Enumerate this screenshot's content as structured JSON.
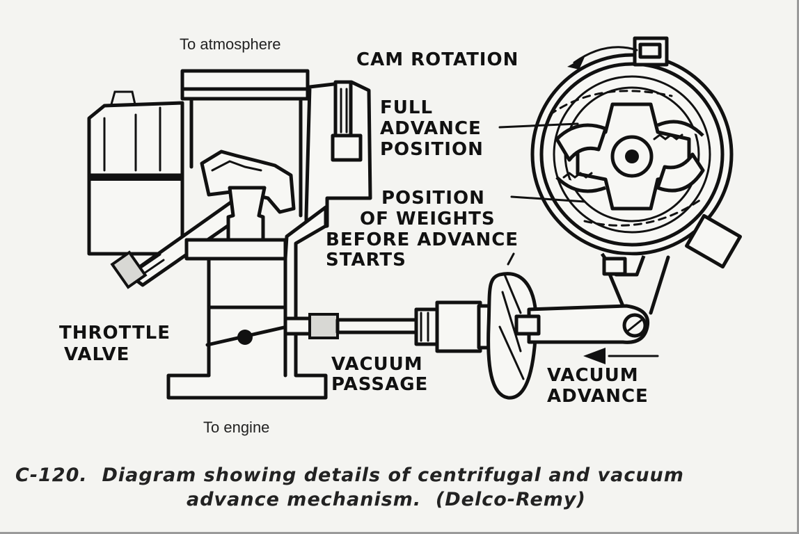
{
  "labels": {
    "to_atmosphere": "To atmosphere",
    "to_engine": "To engine",
    "cam_rotation": "CAM ROTATION",
    "full_advance_1": "FULL",
    "full_advance_2": "ADVANCE",
    "full_advance_3": "POSITION",
    "weights_1": "POSITION",
    "weights_2": "OF WEIGHTS",
    "weights_3": "BEFORE ADVANCE",
    "weights_4": "STARTS",
    "throttle_1": "THROTTLE",
    "throttle_2": "VALVE",
    "vacuum_passage_1": "VACUUM",
    "vacuum_passage_2": "PASSAGE",
    "vacuum_advance_1": "VACUUM",
    "vacuum_advance_2": "ADVANCE"
  },
  "caption": {
    "line1": "C-120.  Diagram showing details of centrifugal and vacuum",
    "line2": "advance mechanism.  (Delco-Remy)"
  },
  "colors": {
    "ink": "#111111",
    "paper": "#f4f4f1"
  }
}
